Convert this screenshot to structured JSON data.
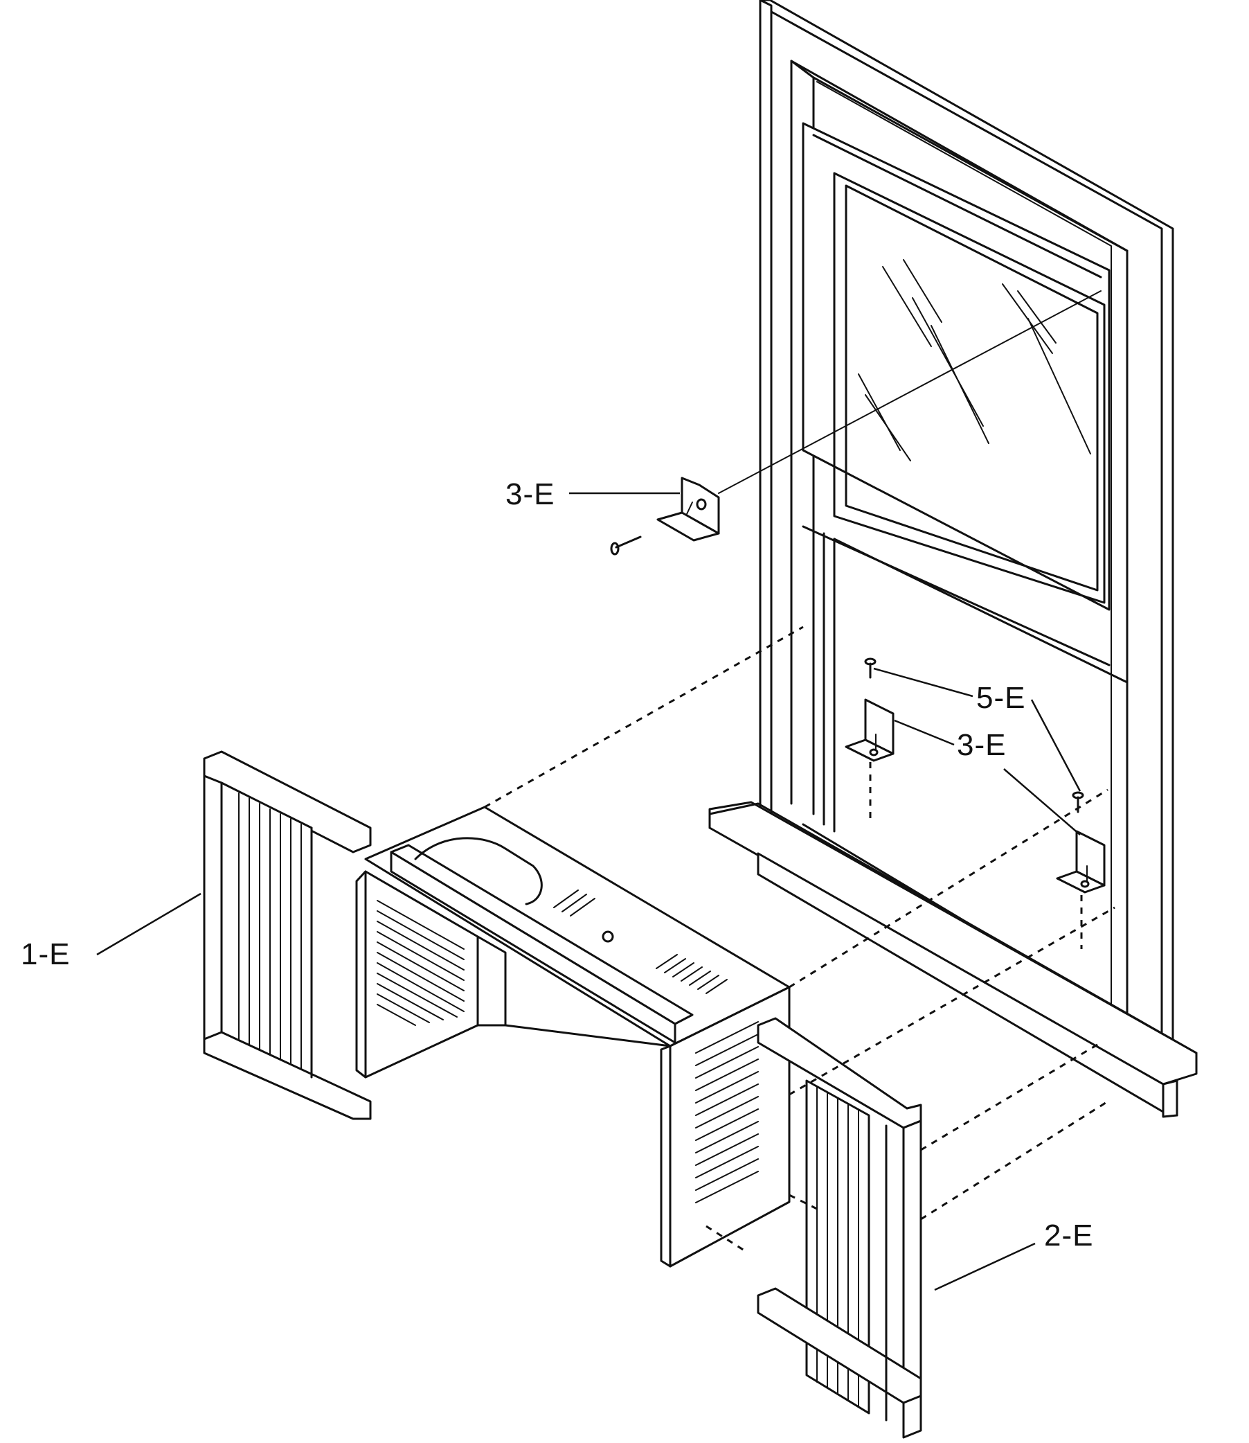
{
  "labels": {
    "frame_seal_left": "1-E",
    "frame_seal_right": "2-E",
    "bracket_upper": "3-E",
    "bracket_lower": "3-E",
    "screw": "5-E"
  }
}
